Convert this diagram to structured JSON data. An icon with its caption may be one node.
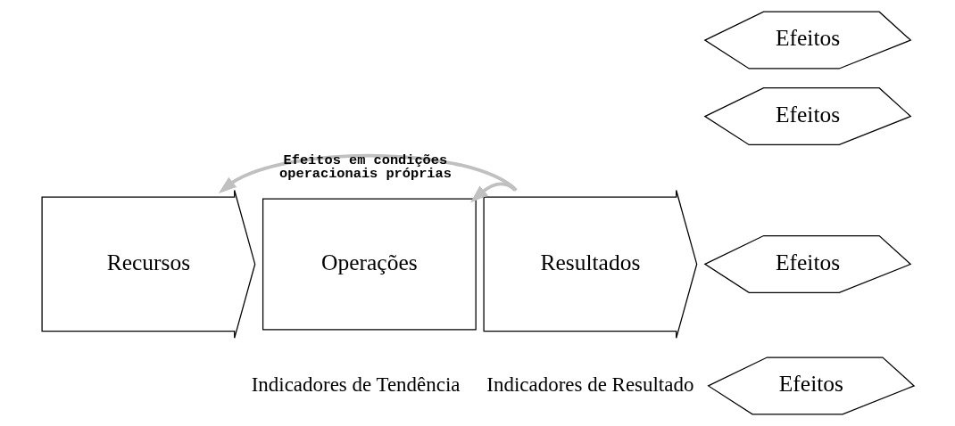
{
  "diagram": {
    "nodes": [
      {
        "text": [
          "Recursos"
        ]
      },
      {
        "text": [
          "Operações"
        ]
      },
      {
        "text": [
          "Resultados"
        ]
      },
      {
        "text": [
          "Efeitos"
        ]
      },
      {
        "text": [
          "Efeitos"
        ]
      },
      {
        "text": [
          "Efeitos"
        ]
      },
      {
        "text": [
          "Efeitos"
        ]
      }
    ],
    "edges": [
      {
        "from": 2,
        "to": 0,
        "arrow": "to",
        "label": "Efeitos em condições operacionais próprias",
        "color": "#c0c0c0"
      },
      {
        "from": 2,
        "to": 1,
        "arrow": "to",
        "color": "#c0c0c0"
      }
    ],
    "labels": [
      "Indicadores de Tendência",
      "Indicadores de Resultado"
    ]
  }
}
